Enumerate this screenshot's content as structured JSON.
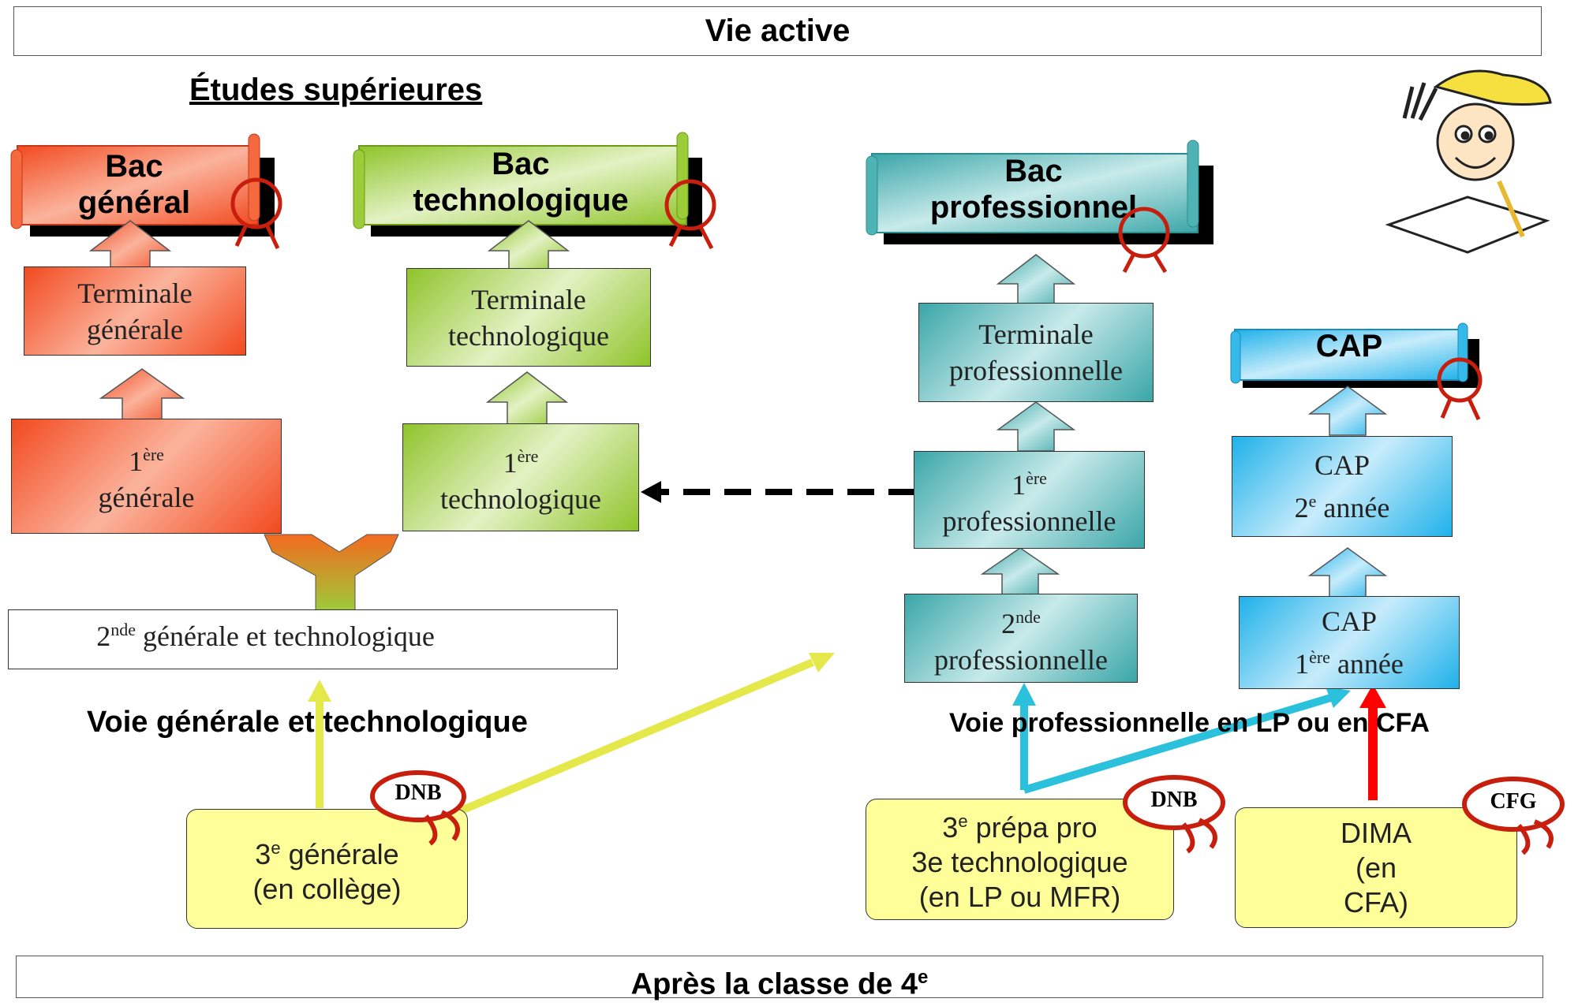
{
  "top_bar": "Vie active",
  "bottom_bar": {
    "text": "Après la classe de 4",
    "sup": "e"
  },
  "heading_etudes": "Études supérieures",
  "heading_voie_gt": "Voie générale et technologique",
  "heading_voie_pro": "Voie professionnelle en LP ou en CFA",
  "diplomas": {
    "bac_general": [
      "Bac",
      "général"
    ],
    "bac_techno": [
      "Bac",
      "technologique"
    ],
    "bac_pro": [
      "Bac",
      "professionnel"
    ],
    "cap": [
      "CAP"
    ]
  },
  "boxes": {
    "term_gen": [
      "Terminale",
      "générale"
    ],
    "term_tech": [
      "Terminale",
      "technologique"
    ],
    "term_pro": [
      "Terminale",
      "professionnelle"
    ],
    "premiere_gen": {
      "num": "1",
      "sup": "ère",
      "label": "générale"
    },
    "premiere_tech": {
      "num": "1",
      "sup": "ère",
      "label": "technologique"
    },
    "premiere_pro": {
      "num": "1",
      "sup": "ère",
      "label": "professionnelle"
    },
    "seconde_gt": {
      "num": "2",
      "sup": "nde",
      "label": "générale et technologique"
    },
    "seconde_pro": {
      "num": "2",
      "sup": "nde",
      "label": "professionnelle"
    },
    "cap2": {
      "line1": "CAP",
      "num": "2",
      "sup": "e",
      "label": "année"
    },
    "cap1": {
      "line1": "CAP",
      "num": "1",
      "sup": "ère",
      "label": "année"
    }
  },
  "entry_boxes": {
    "troisieme_gen": {
      "num": "3",
      "sup": "e",
      "line1": "générale",
      "line2": "(en collège)"
    },
    "troisieme_pro": {
      "num": "3",
      "sup": "e",
      "line1": "prépa pro",
      "line2": "3e technologique",
      "line3": "(en LP ou MFR)"
    },
    "dima": {
      "line1": "DIMA",
      "line2": "(en",
      "line3": "CFA)"
    }
  },
  "seals": {
    "dnb": "DNB",
    "cfg": "CFG"
  },
  "colors": {
    "red_box": "#f46a3e",
    "green_box": "#9ccc3a",
    "teal_box": "#4fb3b5",
    "cyan_box": "#36b9e8",
    "yellow_box": "#ffff99",
    "yellow_arrow": "#e5e84a",
    "cyan_arrow": "#2bc0db",
    "red_arrow": "#ff0000"
  }
}
